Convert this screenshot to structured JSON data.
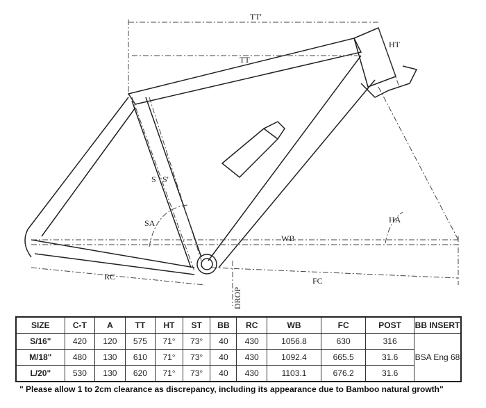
{
  "diagram": {
    "labels": {
      "tt_prime": "TT'",
      "tt": "TT",
      "ht": "HT",
      "s": "S",
      "s_prime": "S'",
      "sa": "SA",
      "wb": "WB",
      "ha": "HA",
      "rc": "RC",
      "fc": "FC",
      "drop": "DROP"
    }
  },
  "table": {
    "headers": [
      "SIZE",
      "C-T",
      "A",
      "TT",
      "HT",
      "ST",
      "BB",
      "RC",
      "WB",
      "FC",
      "POST",
      "BB INSERT"
    ],
    "rows": [
      [
        "S/16\"",
        "420",
        "120",
        "575",
        "71°",
        "73°",
        "40",
        "430",
        "1056.8",
        "630",
        "316"
      ],
      [
        "M/18\"",
        "480",
        "130",
        "610",
        "71°",
        "73°",
        "40",
        "430",
        "1092.4",
        "665.5",
        "31.6"
      ],
      [
        "L/20\"",
        "530",
        "130",
        "620",
        "71°",
        "73°",
        "40",
        "430",
        "1103.1",
        "676.2",
        "31.6"
      ]
    ],
    "bb_insert": "BSA Eng 68"
  },
  "note": "\" Please allow 1 to 2cm clearance as discrepancy, including its appearance due to Bamboo natural growth\""
}
